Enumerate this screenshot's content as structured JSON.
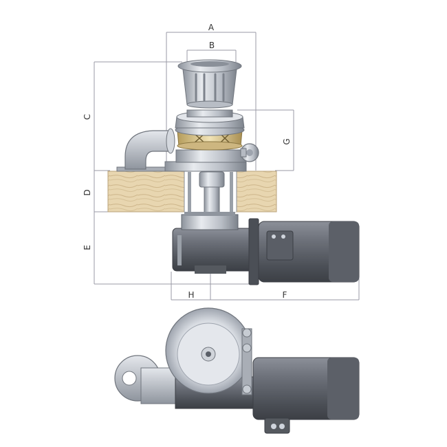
{
  "diagram": {
    "dimension_labels": {
      "A": "A",
      "B": "B",
      "C": "C",
      "D": "D",
      "E": "E",
      "F": "F",
      "G": "G",
      "H": "H"
    },
    "views": [
      "side-view",
      "top-view"
    ],
    "colors": {
      "deck_wood": "#e6d3ab",
      "metal_light": "#cfd4dc",
      "metal_mid": "#9ea4ae",
      "metal_dark": "#5a5f67",
      "motor": "#6c7079",
      "bronze_gypsy": "#d9c48a",
      "dimension_line": "#9a9aa6"
    }
  }
}
